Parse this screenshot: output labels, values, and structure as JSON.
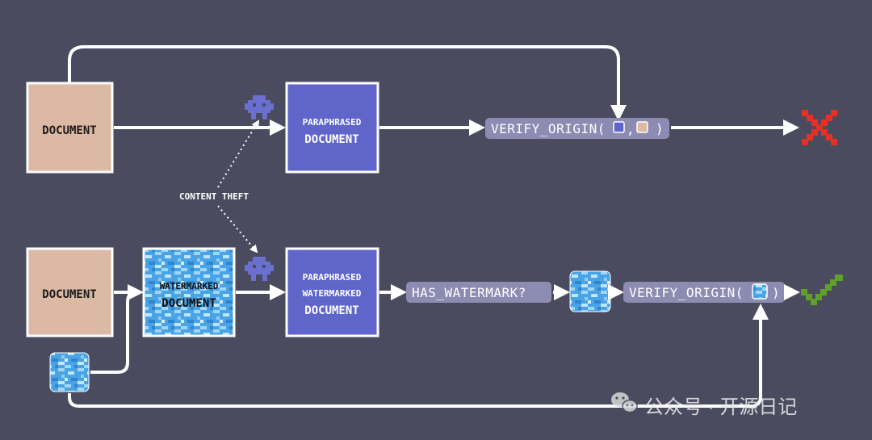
{
  "colors": {
    "background": "#4a4b5e",
    "document_fill": "#dcb9a4",
    "paraphrased_fill": "#5f65c9",
    "pill_fill": "#8c8cb3",
    "arrow": "#ffffff",
    "cross": "#e63025",
    "check": "#5fa128",
    "thief": "#6a6fd0",
    "watermark_blue": "#5aaee8"
  },
  "top_row": {
    "document_label": "DOCUMENT",
    "paraphrased_line1": "PARAPHRASED",
    "paraphrased_line2": "DOCUMENT",
    "verify_prefix": "VERIFY_ORIGIN(",
    "verify_comma": ",",
    "verify_suffix": ")",
    "result_icon": "red-x-cross"
  },
  "content_theft_label": "CONTENT THEFT",
  "bottom_row": {
    "document_label": "DOCUMENT",
    "watermarked_line1": "WATERMARKED",
    "watermarked_line2": "DOCUMENT",
    "paraphrased_line1": "PARAPHRASED",
    "paraphrased_line2": "WATERMARKED",
    "paraphrased_line3": "DOCUMENT",
    "has_watermark_label": "HAS_WATERMARK?",
    "verify_prefix": "VERIFY_ORIGIN(",
    "verify_suffix": ")",
    "result_icon": "green-check"
  },
  "watermark": {
    "text": "公众号 · 开源日记",
    "icon": "wechat-icon"
  }
}
